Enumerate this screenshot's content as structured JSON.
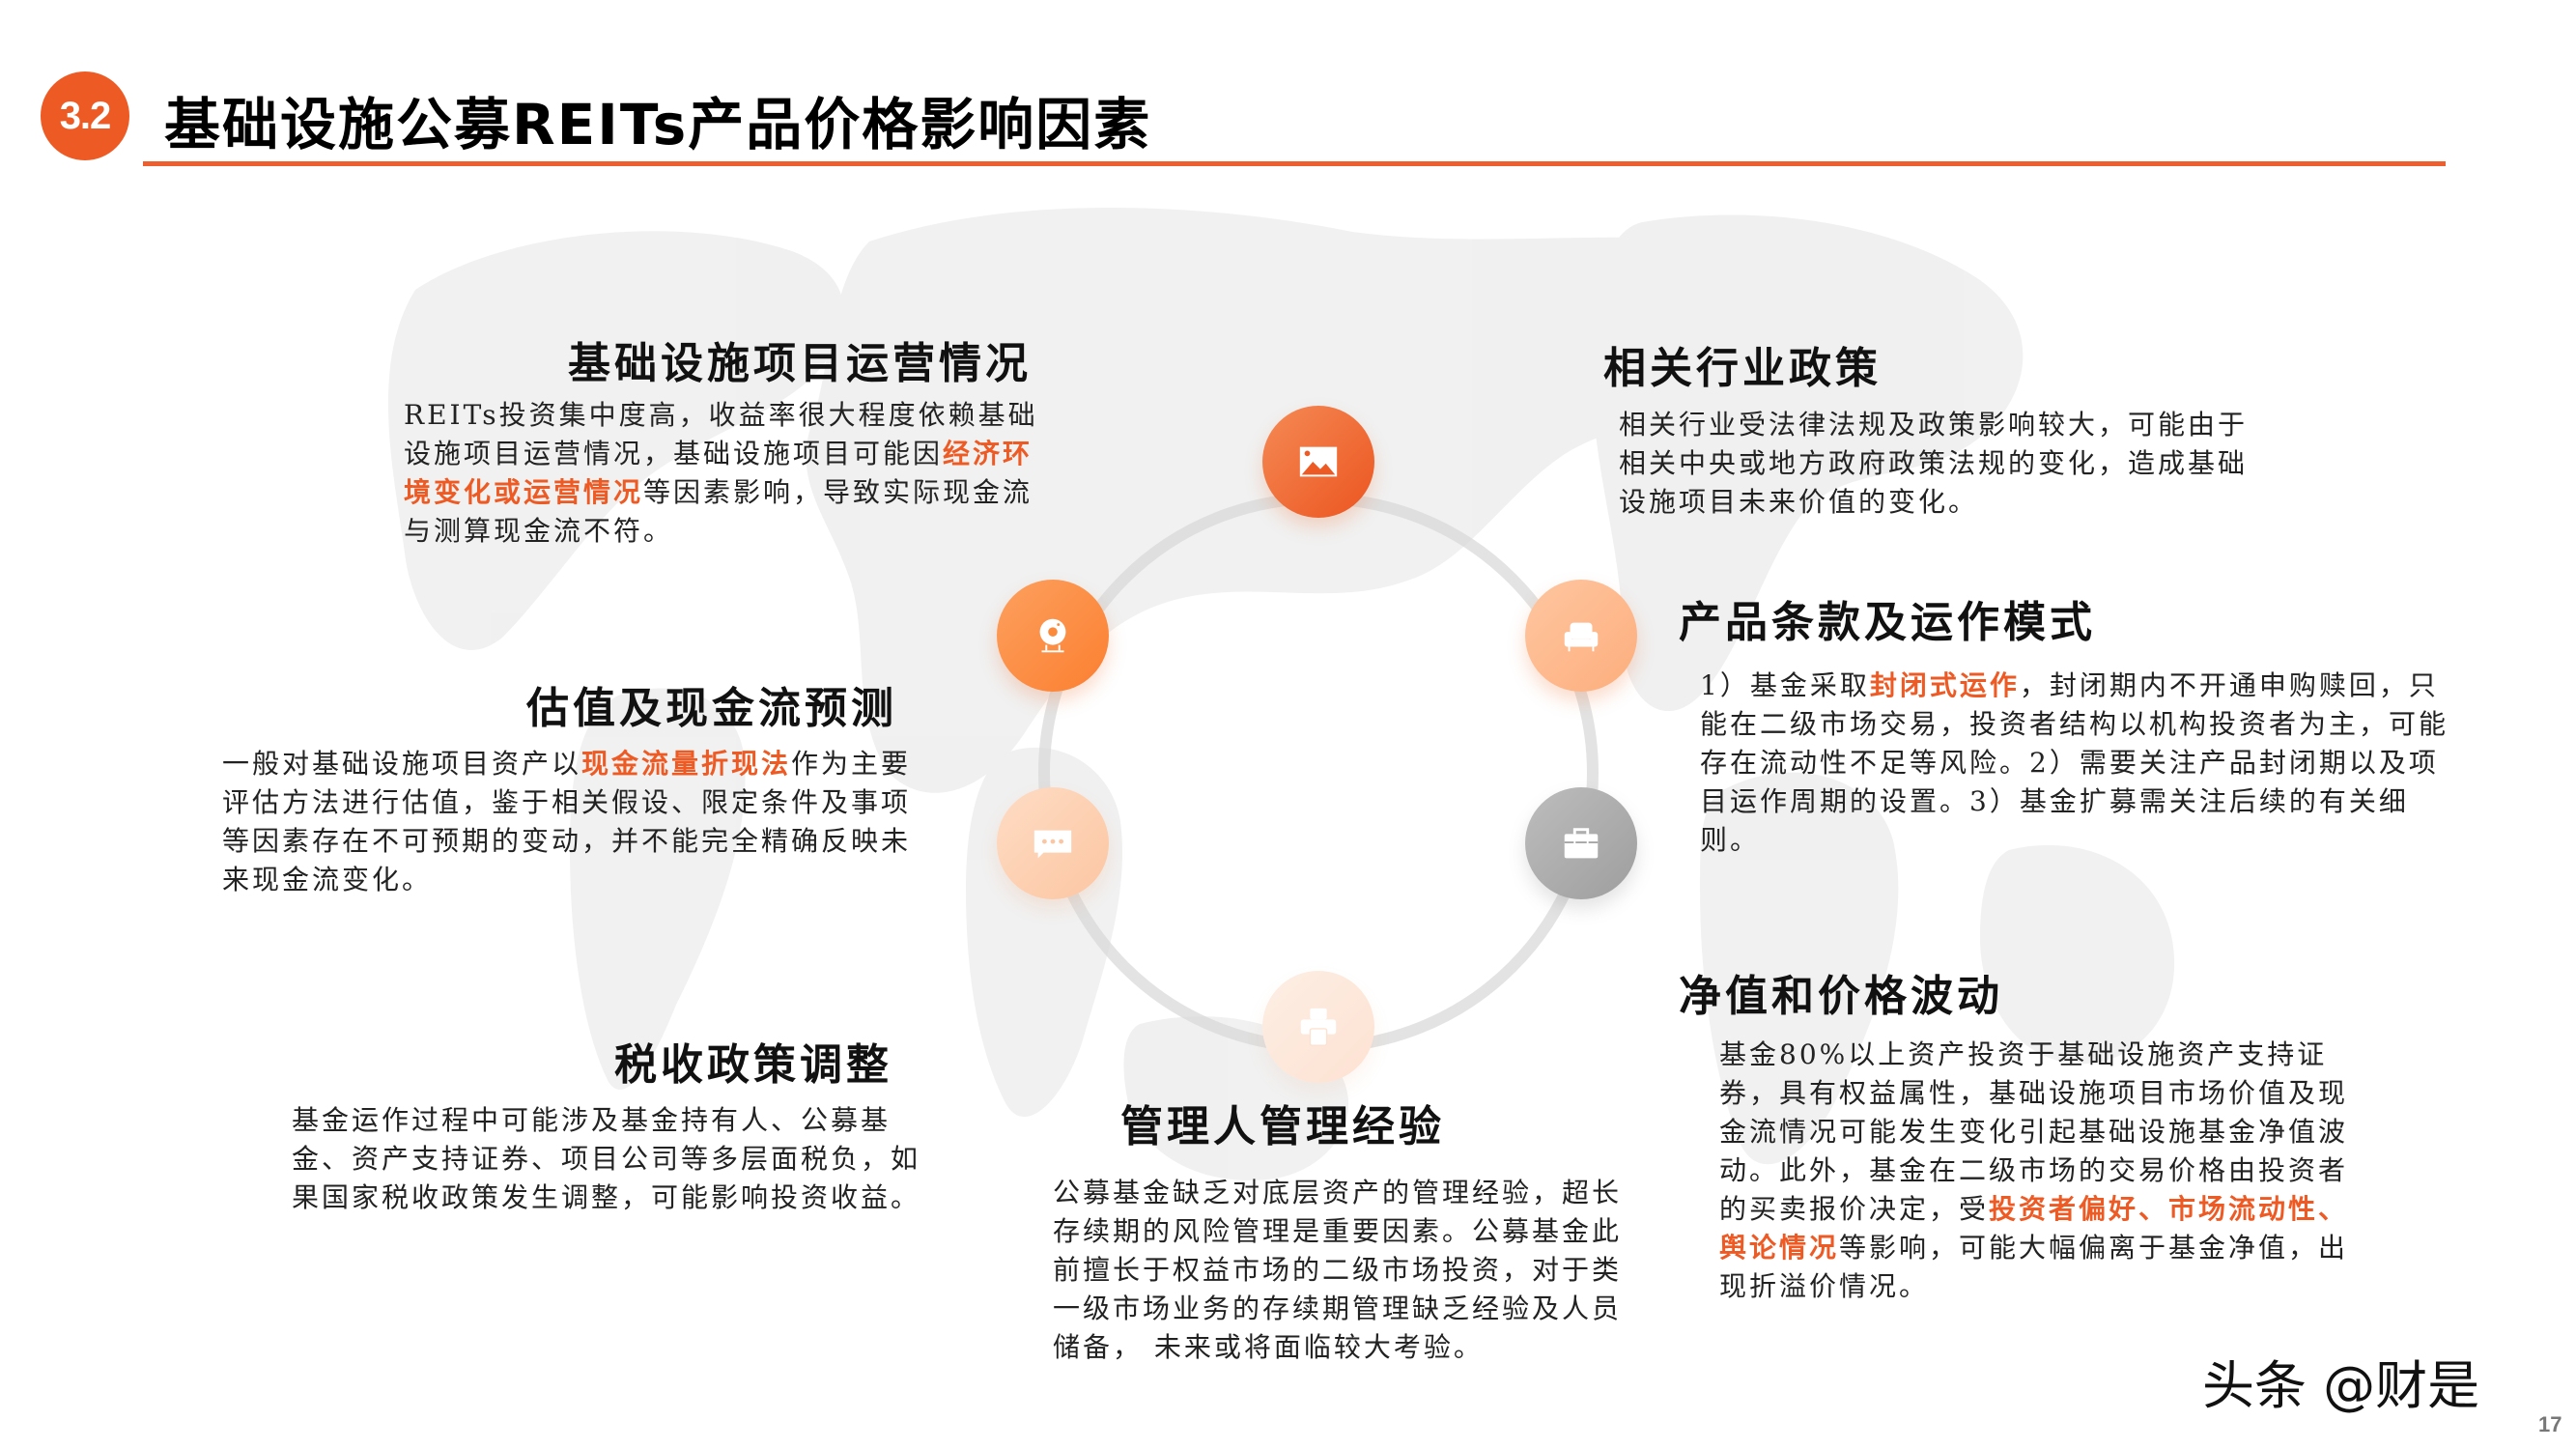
{
  "header": {
    "section_number": "3.2",
    "title": "基础设施公募REITs产品价格影响因素",
    "accent_color": "#ee5a24"
  },
  "factors": {
    "operations": {
      "title": "基础设施项目运营情况",
      "text_1": "REITs投资集中度高，收益率很大程度依赖基础设施项目运营情况，基础设施项目可能因",
      "highlight": "经济环境变化或运营情况",
      "text_2": "等因素影响，导致实际现金流与测算现金流不符。",
      "icon": "image-icon"
    },
    "policy": {
      "title": "相关行业政策",
      "text": "相关行业受法律法规及政策影响较大，可能由于相关中央或地方政府政策法规的变化，造成基础设施项目未来价值的变化。"
    },
    "valuation": {
      "title": "估值及现金流预测",
      "text_1": "一般对基础设施项目资产以",
      "highlight": "现金流量折现法",
      "text_2": "作为主要评估方法进行估值，鉴于相关假设、限定条件及事项等因素存在不可预期的变动，并不能完全精确反映未来现金流变化。",
      "icon": "webcam-icon"
    },
    "terms": {
      "title": "产品条款及运作模式",
      "text_1": "1）基金采取",
      "highlight": "封闭式运作",
      "text_2": "，封闭期内不开通申购赎回，只能在二级市场交易，投资者结构以机构投资者为主，可能存在流动性不足等风险。2）需要关注产品封闭期以及项目运作周期的设置。3）基金扩募需关注后续的有关细则。",
      "icon": "armchair-icon"
    },
    "tax": {
      "title": "税收政策调整",
      "text": "基金运作过程中可能涉及基金持有人、公募基金、资产支持证券、项目公司等多层面税负，如果国家税收政策发生调整，可能影响投资收益。",
      "icon": "chat-bubble-icon"
    },
    "nav": {
      "title": "净值和价格波动",
      "text_1": "基金80%以上资产投资于基础设施资产支持证券，具有权益属性，基础设施项目市场价值及现金流情况可能发生变化引起基础设施基金净值波动。此外，基金在二级市场的交易价格由投资者的买卖报价决定，受",
      "highlight": "投资者偏好、市场流动性、舆论情况",
      "text_2": "等影响，可能大幅偏离于基金净值，出现折溢价情况。",
      "icon": "briefcase-icon"
    },
    "manager": {
      "title": "管理人管理经验",
      "text": "公募基金缺乏对底层资产的管理经验，超长存续期的风险管理是重要因素。公募基金此前擅长于权益市场的二级市场投资，对于类一级市场业务的存续期管理缺乏经验及人员储备， 未来或将面临较大考验。",
      "icon": "printer-icon"
    }
  },
  "node_colors": {
    "top": "#ef5f27",
    "upper_left": "#fb8a3c",
    "upper_right": "#fdb488",
    "lower_left": "#fdcfb0",
    "lower_right": "#a8a8a8",
    "bottom": "#fde6d8"
  },
  "footer": {
    "watermark": "头条 @财是",
    "page_number": "17"
  }
}
